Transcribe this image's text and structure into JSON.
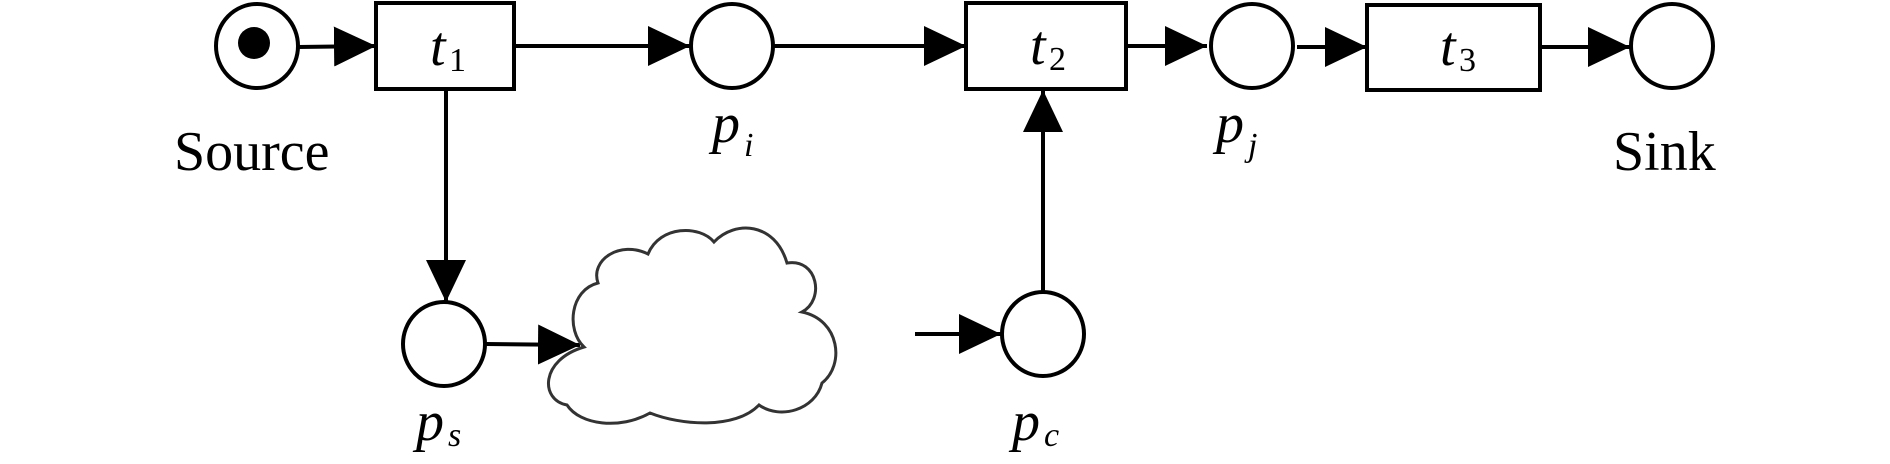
{
  "diagram": {
    "type": "petri-net",
    "places": [
      {
        "id": "source",
        "label": "Source",
        "tokens": 1
      },
      {
        "id": "pi",
        "label_main": "p",
        "label_sub": "i",
        "tokens": 0
      },
      {
        "id": "pj",
        "label_main": "p",
        "label_sub": "j",
        "tokens": 0
      },
      {
        "id": "sink",
        "label": "Sink",
        "tokens": 0
      },
      {
        "id": "ps",
        "label_main": "p",
        "label_sub": "s",
        "tokens": 0
      },
      {
        "id": "pc",
        "label_main": "p",
        "label_sub": "c",
        "tokens": 0
      }
    ],
    "transitions": [
      {
        "id": "t1",
        "label_main": "t",
        "label_sub": "1"
      },
      {
        "id": "t2",
        "label_main": "t",
        "label_sub": "2"
      },
      {
        "id": "t3",
        "label_main": "t",
        "label_sub": "3"
      }
    ],
    "subnet": {
      "id": "cloud",
      "shape": "cloud",
      "label": ""
    },
    "arcs": [
      {
        "from": "source",
        "to": "t1"
      },
      {
        "from": "t1",
        "to": "pi"
      },
      {
        "from": "pi",
        "to": "t2"
      },
      {
        "from": "t2",
        "to": "pj"
      },
      {
        "from": "pj",
        "to": "t3"
      },
      {
        "from": "t3",
        "to": "sink"
      },
      {
        "from": "t1",
        "to": "ps"
      },
      {
        "from": "ps",
        "to": "cloud"
      },
      {
        "from": "cloud",
        "to": "pc"
      },
      {
        "from": "pc",
        "to": "t2"
      }
    ]
  }
}
